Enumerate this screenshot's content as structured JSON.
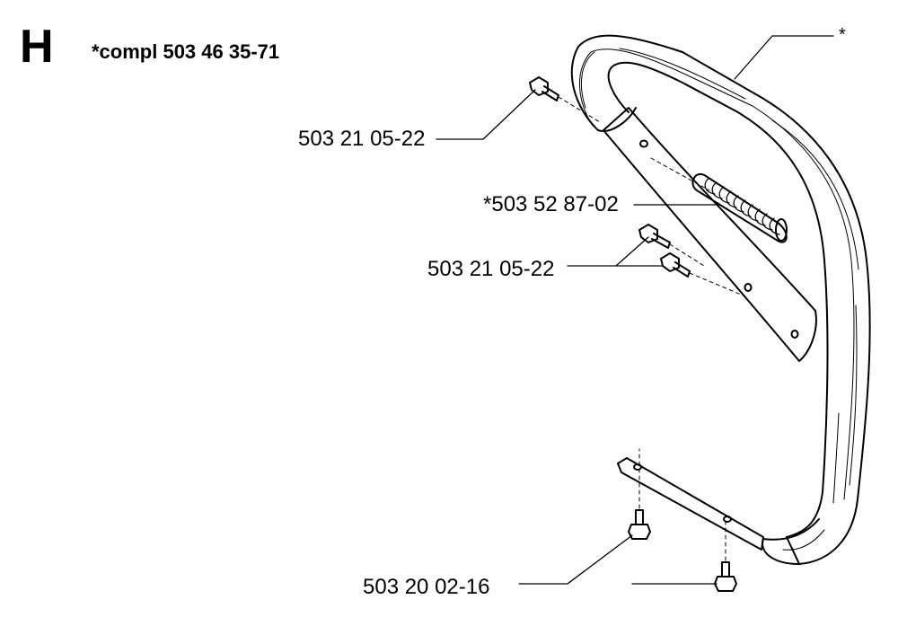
{
  "section_letter": "H",
  "assembly_label": "*compl 503 46 35-71",
  "callouts": {
    "assembly_marker": "*",
    "screw_top": "503 21 05-22",
    "grip_sleeve": "*503 52 87-02",
    "screws_middle": "503 21 05-22",
    "screws_bottom": "503 20 02-16"
  },
  "colors": {
    "ink": "#000000",
    "paper": "#ffffff"
  }
}
